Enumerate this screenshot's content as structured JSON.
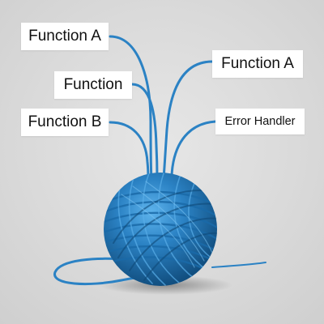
{
  "labels": {
    "function_a_left": "Function A",
    "function_a_right": "Function A",
    "function": "Function",
    "function_b": "Function B",
    "error_handler": "Error Handler"
  },
  "colors": {
    "background": "#dcdcdc",
    "yarn": "#2b82c4",
    "label_bg": "#ffffff",
    "label_text": "#111111"
  }
}
